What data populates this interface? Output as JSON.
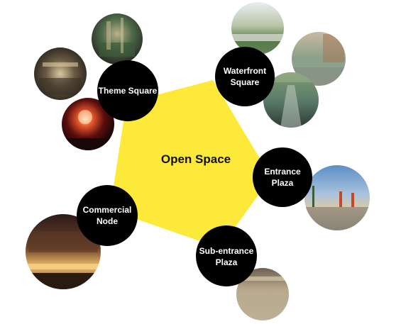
{
  "colors": {
    "pentagon": "#fde93a",
    "node": "#000000",
    "node_text": "#ffffff",
    "center_text": "#111111"
  },
  "center": {
    "label": "Open Space"
  },
  "nodes": {
    "theme_square": {
      "label": "Theme Square"
    },
    "waterfront_square": {
      "line1": "Waterfront",
      "line2": "Square"
    },
    "entrance_plaza": {
      "line1": "Entrance",
      "line2": "Plaza"
    },
    "sub_entrance_plaza": {
      "line1": "Sub-entrance",
      "line2": "Plaza"
    },
    "commercial_node": {
      "line1": "Commercial",
      "line2": "Node"
    }
  },
  "photos": [
    {
      "name": "photo-theme-indoor-park",
      "depicts": "indoor theme park"
    },
    {
      "name": "photo-theme-atrium-crowd",
      "depicts": "atrium crowd"
    },
    {
      "name": "photo-theme-fireworks",
      "depicts": "fireworks"
    },
    {
      "name": "photo-waterfront-promenade",
      "depicts": "waterfront promenade"
    },
    {
      "name": "photo-waterfront-plaza",
      "depicts": "waterfront plaza"
    },
    {
      "name": "photo-waterfront-canal",
      "depicts": "canal walkway"
    },
    {
      "name": "photo-entrance-plaza-sky",
      "depicts": "entrance plaza"
    },
    {
      "name": "photo-sub-entrance-mall",
      "depicts": "mall interior"
    },
    {
      "name": "photo-commercial-night",
      "depicts": "commercial street at night"
    }
  ]
}
